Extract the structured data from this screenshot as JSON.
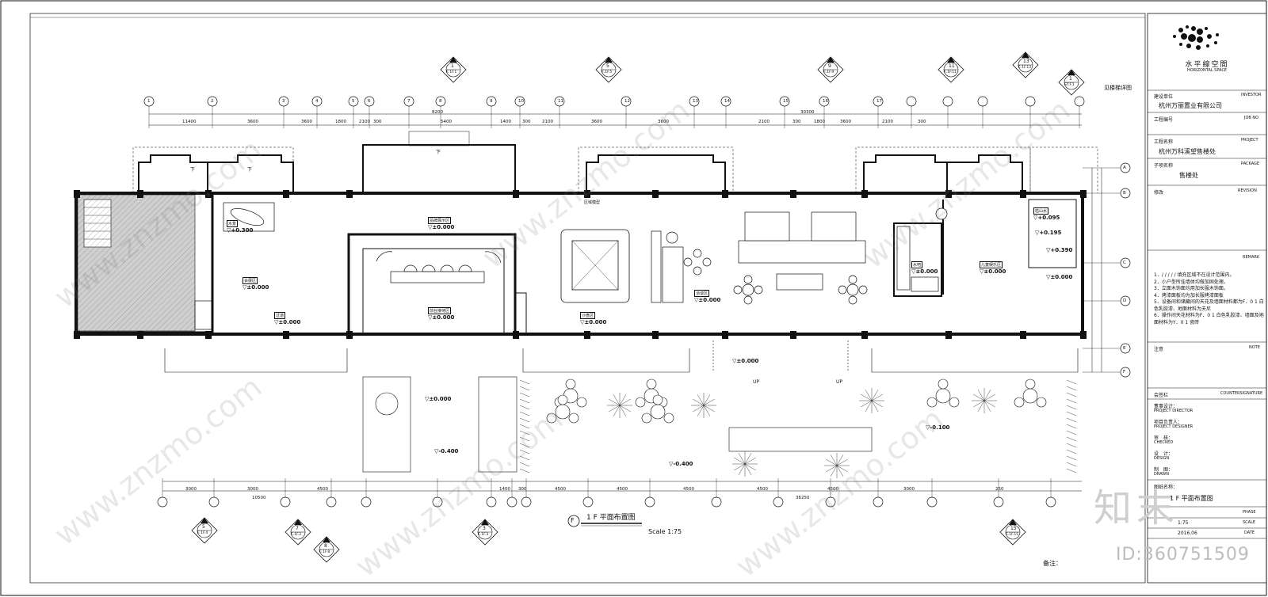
{
  "drawing": {
    "title": "1 F 平面布置图",
    "scale": "Scale 1:75",
    "marker": "F",
    "top_note": "见楼梯详图",
    "bottom_note": "备注：",
    "id_watermark": "ID:360751509",
    "site_watermark": "知末",
    "watermark": "www.znzmo.com"
  },
  "title_block": {
    "logo_cn": "水平線空間",
    "logo_en": "HORIZONTAL SPACE",
    "investor_label_cn": "建设单位",
    "investor_label_en": "INVESTOR",
    "investor": "杭州万丽置业有限公司",
    "job_no_label_cn": "工程编号",
    "job_no_label_en": "JOB NO",
    "project_label_cn": "工程名称",
    "project_label_en": "PROJECT",
    "project": "杭州万科溪望售楼处",
    "package_label_cn": "子项名称",
    "package_label_en": "PACKAGE",
    "package": "售楼处",
    "revision_label_cn": "修改",
    "revision_label_en": "REVISION",
    "remark_label_en": "REMARK",
    "remarks": [
      "1．/ / / / / 填充区域不在设计范围内。",
      "2．小户型所挂墙体均做加固处理。",
      "3．立面木饰面均用加长服木饰面。",
      "4．烤漆面板均为加长服烤漆面板",
      "5．设备间和储藏间的天花及墙面材料都为F．0 1 白色乳胶漆、地面材料为夫尼",
      "6．操作间天花材料为F．0 1 白色乳胶漆、墙面及地面材料为Y．0 1 瓷砖"
    ],
    "note_label_cn": "注意",
    "note_label_en": "NOTE",
    "countersign_label_cn": "会签栏",
    "countersign_label_en": "COUNTERSIGNATURE",
    "director_label": "PROJECT DIRECTOR",
    "director_cn": "董事设计：",
    "designer_label": "PROJECT DESIGNER",
    "designer_cn": "项目负责人：",
    "checked_label": "CHECKED",
    "checked_cn": "审　核：",
    "design_label": "DESIGN",
    "design_cn": "设　计：",
    "drawn_label": "DRAWN",
    "drawn_cn": "制　图：",
    "drawing_name_label": "图纸名称：",
    "drawing_name": "1 F 平面布置图",
    "phase_label": "PHASE",
    "scale_label": "SCALE",
    "scale_value": "1:75",
    "date_label": "DATE",
    "date_value": "2016.06"
  },
  "rooms": [
    {
      "name": "水景",
      "level": "▽+0.300"
    },
    {
      "name": "过道",
      "level": "▽±0.000"
    },
    {
      "name": "会展区",
      "level": "▽±0.000"
    },
    {
      "name": "品牌展示区",
      "level": "▽±0.000"
    },
    {
      "name": "前台接待区",
      "level": "▽±0.000"
    },
    {
      "name": "沙盘区",
      "level": "▽±0.000"
    },
    {
      "name": "洽谈区",
      "level": "▽±0.000"
    },
    {
      "name": "水吧",
      "level": "▽±0.000"
    },
    {
      "name": "儿童娱乐区",
      "level": "▽±0.000"
    },
    {
      "name": "枯山水",
      "level": "▽+0.095"
    }
  ],
  "levels": [
    "▽±0.000",
    "▽±0.000",
    "▽-0.400",
    "▽-0.400",
    "▽-0.100",
    "▽+0.195",
    "▽+0.390",
    "▽±0.000"
  ],
  "dimensions_top": [
    "11400",
    "3600",
    "3600",
    "1800",
    "2100",
    "300",
    "5400",
    "1400",
    "300",
    "2100",
    "3600",
    "3600",
    "2100",
    "300",
    "1800",
    "3600",
    "2100",
    "300"
  ],
  "dimensions_total": [
    "8200",
    "30300"
  ],
  "dimensions_bottom": [
    "3000",
    "3000",
    "4500",
    "1400",
    "300",
    "4500",
    "4500",
    "4500",
    "4500",
    "4500",
    "3000",
    "250",
    "10500",
    "36250"
  ],
  "grid_labels_top": [
    "1",
    "2",
    "3",
    "4",
    "5",
    "6",
    "7",
    "8",
    "9",
    "10",
    "11",
    "12",
    "13",
    "14",
    "15",
    "16",
    "17"
  ],
  "grid_labels_right": [
    "A",
    "B",
    "C",
    "D",
    "E",
    "F"
  ],
  "elevation_tags": [
    {
      "num": "1",
      "ref": "E.1F.1"
    },
    {
      "num": "5",
      "ref": "E.1F.5"
    },
    {
      "num": "9",
      "ref": "E.1F.9"
    },
    {
      "num": "11",
      "ref": "E.1F.11"
    },
    {
      "num": "13",
      "ref": "E.1F.13"
    },
    {
      "num": "1",
      "ref": "ST.F.1"
    },
    {
      "num": "5",
      "ref": "E.1F.4"
    },
    {
      "num": "7",
      "ref": "E.1F.2"
    },
    {
      "num": "8",
      "ref": "E.1F.8"
    },
    {
      "num": "3",
      "ref": "E.1F.3"
    },
    {
      "num": "15",
      "ref": "E.1F.15"
    }
  ],
  "misc": {
    "up": "UP",
    "down": "下",
    "area_model": "区域模型"
  }
}
